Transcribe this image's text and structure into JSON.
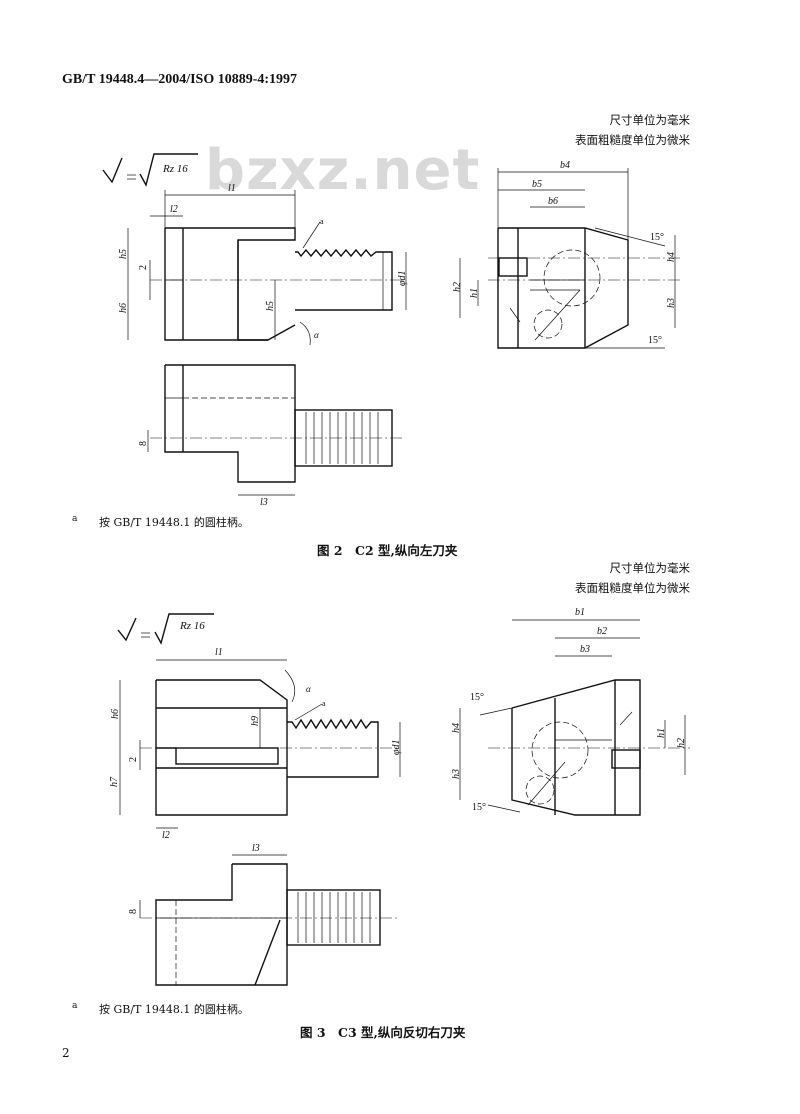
{
  "header": {
    "standard": "GB/T 19448.4—2004/ISO 10889-4:1997"
  },
  "watermark": "bzxz.net",
  "fig2": {
    "unit_mm": "尺寸单位为毫米",
    "unit_um": "表面粗糙度单位为微米",
    "roughness": "Rz 16",
    "labels": {
      "l1": "l1",
      "l2": "l2",
      "l3": "l3",
      "h5": "h5",
      "h6": "h6",
      "h1": "h1",
      "h2": "h2",
      "h3": "h3",
      "h4": "h4",
      "b4": "b4",
      "b5": "b5",
      "b6": "b6",
      "d1": "φd1",
      "two": "2",
      "eight": "8",
      "alpha": "α",
      "a": "a",
      "deg": "15°"
    },
    "note_mark": "a",
    "note": "按 GB/T 19448.1 的圆柱柄。",
    "caption": "图 2　C2 型,纵向左刀夹"
  },
  "fig3": {
    "unit_mm": "尺寸单位为毫米",
    "unit_um": "表面粗糙度单位为微米",
    "roughness": "Rz 16",
    "labels": {
      "l1": "l1",
      "l2": "l2",
      "l3": "l3",
      "h6": "h6",
      "h7": "h7",
      "h9": "h9",
      "h1": "h1",
      "h2": "h2",
      "h3": "h3",
      "h4": "h4",
      "b1": "b1",
      "b2": "b2",
      "b3": "b3",
      "d1": "φd1",
      "two": "2",
      "eight": "8",
      "alpha": "α",
      "a": "a",
      "deg": "15°"
    },
    "note_mark": "a",
    "note": "按 GB/T 19448.1 的圆柱柄。",
    "caption": "图 3　C3 型,纵向反切右刀夹"
  },
  "footer": {
    "page": "2"
  }
}
